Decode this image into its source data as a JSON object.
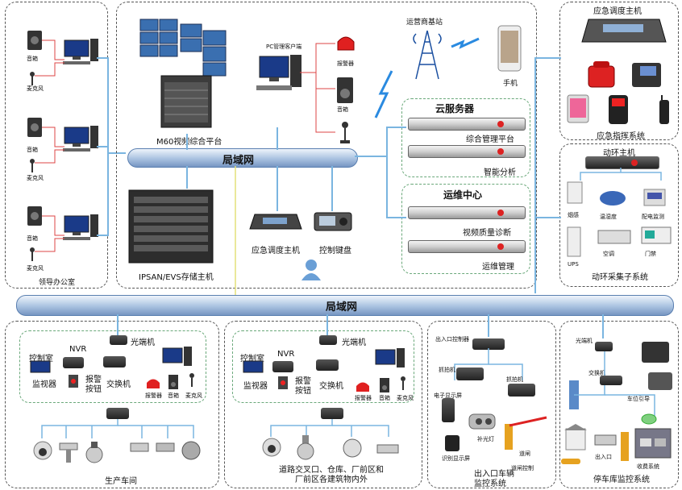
{
  "panels": {
    "leader_office": "领导办公室",
    "core_platform_label": "M60视频综合平台",
    "storage_label": "IPSAN/EVS存储主机",
    "emergency_host": "应急调度主机",
    "control_keyboard": "控制键盘",
    "cloud_server": "云服务器",
    "integrated_mgmt": "综合管理平台",
    "smart_analysis": "智能分析",
    "ops_center": "运维中心",
    "video_quality": "视频质量诊断",
    "ops_mgmt": "运维管理",
    "operator_base": "运营商基站",
    "phone": "手机",
    "pc_client": "PC管理客户端",
    "alarm_light": "报警器",
    "speaker": "音箱",
    "microphone": "麦克风"
  },
  "right_top": {
    "title": "应急调度主机",
    "subtitle": "应急指挥系统"
  },
  "right_mid": {
    "title": "动环主机",
    "subtitle": "动环采集子系统",
    "device_labels": [
      "烟感",
      "温湿度",
      "配电监测",
      "UPS",
      "空调",
      "门禁"
    ]
  },
  "lan_top": "局域网",
  "lan_main": "局域网",
  "bottom_1": {
    "optical": "光端机",
    "nvr": "NVR",
    "control": "控制室",
    "monitor": "监视器",
    "alarm_btn": "报警按钮",
    "switch": "交换机",
    "alarm": "报警器",
    "speaker": "音箱",
    "mic": "麦克风",
    "title": "生产车间"
  },
  "bottom_2": {
    "optical": "光端机",
    "nvr": "NVR",
    "control": "控制室",
    "monitor": "监视器",
    "alarm_btn": "报警按钮",
    "switch": "交换机",
    "alarm": "报警器",
    "speaker": "音箱",
    "mic": "麦克风",
    "title": "道路交叉口、仓库、厂前区和厂前区各建筑物内外"
  },
  "bottom_3": {
    "top": "出入口控制器",
    "a": "抓拍机",
    "b": "抓拍机",
    "c": "电子显示屏",
    "d": "补光灯",
    "e": "识别显示屏",
    "f": "道闸",
    "g": "道闸控制",
    "title": "出入口车辆监控系统"
  },
  "bottom_4": {
    "optical": "光端机",
    "switch": "交换机",
    "title": "停车库监控系统",
    "a": "车位引导",
    "b": "出入口",
    "c": "收费系统"
  }
}
